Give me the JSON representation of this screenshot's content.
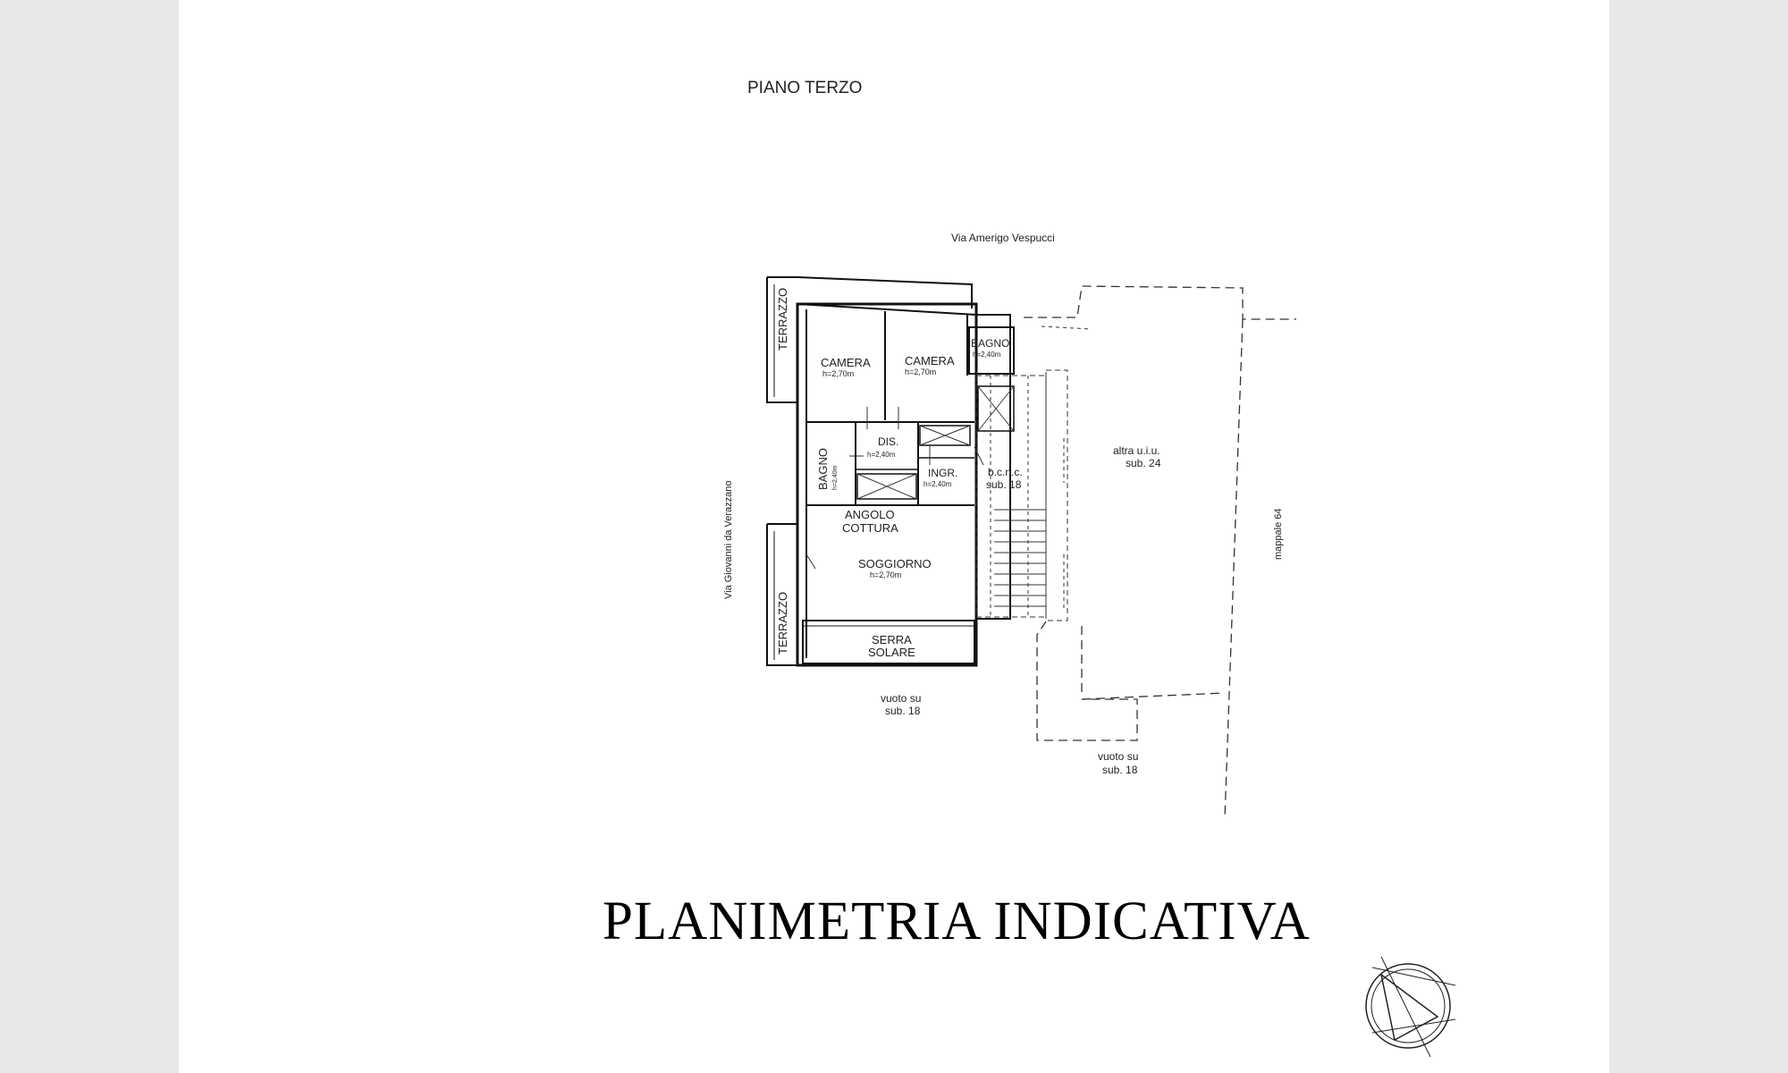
{
  "floor_label": "PIANO TERZO",
  "title": "PLANIMETRIA INDICATIVA",
  "streets": {
    "north": "Via Amerigo Vespucci",
    "west": "Via Giovanni da Verazzano"
  },
  "rooms": {
    "camera1": {
      "name": "CAMERA",
      "height": "h=2,70m"
    },
    "camera2": {
      "name": "CAMERA",
      "height": "h=2,70m"
    },
    "bagno_top": {
      "name": "BAGNO",
      "height": "h=2,40m"
    },
    "dis": {
      "name": "DIS.",
      "height": "h=2,40m"
    },
    "bagno_left": {
      "name": "BAGNO",
      "height": "h=2,40m"
    },
    "ingr": {
      "name": "INGR.",
      "height": "h=2,40m"
    },
    "angolo_line1": "ANGOLO",
    "angolo_line2": "COTTURA",
    "soggiorno": {
      "name": "SOGGIORNO",
      "height": "h=2,70m"
    },
    "serra_line1": "SERRA",
    "serra_line2": "SOLARE",
    "terrazzo_top": "TERRAZZO",
    "terrazzo_bottom": "TERRAZZO"
  },
  "bcnc": {
    "line1": "b.c.n.c.",
    "line2": "sub. 18"
  },
  "altra": {
    "line1": "altra u.i.u.",
    "line2": "sub. 24"
  },
  "mappale": "mappale 64",
  "vuoto1": {
    "line1": "vuoto su",
    "line2": "sub. 18"
  },
  "vuoto2": {
    "line1": "vuoto su",
    "line2": "sub. 18"
  },
  "compass_icon": "compass-rose-icon"
}
